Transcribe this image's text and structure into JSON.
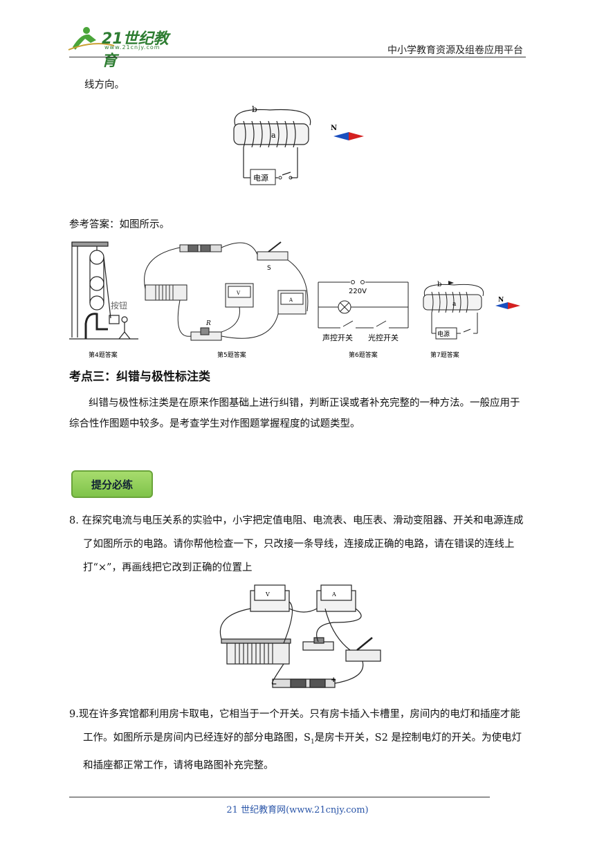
{
  "header": {
    "logo_text": "21世纪教育",
    "logo_url_text": "www.21cnjy.com",
    "platform": "中小学教育资源及组卷应用平台"
  },
  "intro_tail": "线方向。",
  "fig_top": {
    "label_b": "b",
    "label_a": "a",
    "power": "电源",
    "label_n": "N"
  },
  "answer_line": "参考答案：如图所示。",
  "answers": {
    "cap4": "第4题答案",
    "cap5": "第5题答案",
    "cap6": "第6题答案",
    "cap7": "第7题答案",
    "button_label": "按钮",
    "label_s": "S",
    "label_r": "R",
    "voltage": "220V",
    "sound_switch": "声控开关",
    "light_switch": "光控开关",
    "label_b": "b",
    "label_a": "a",
    "power": "电源",
    "label_n": "N"
  },
  "section": {
    "title": "考点三：纠错与极性标注类",
    "body": "纠错与极性标注类是在原来作图基础上进行纠错，判断正误或者补充完整的一种方法。一般应用于综合性作图题中较多。是考查学生对作图题掌握程度的试题类型。"
  },
  "badge": "提分必练",
  "q8": {
    "text": "8. 在探究电流与电压关系的实验中，小宇把定值电阻、电流表、电压表、滑动变阻器、开关和电源连成了如图所示的电路。请你帮他检查一下，只改接一条导线，连接成正确的电路，请在错误的连线上打“×”，再画线把它改到正确的位置上"
  },
  "q9": {
    "text_a": "9.现在许多宾馆都利用房卡取电，它相当于一个开关。只有房卡插入卡槽里，房间内的电灯和插座才能工作。如图所示是房间内已经连好的部分电路图，S",
    "sub": "1",
    "text_b": "是房卡开关，S2 是控制电灯的开关。为使电灯和插座都正常工作，请将电路图补充完整。"
  },
  "footer": "21 世纪教育网(www.21cnjy.com)"
}
